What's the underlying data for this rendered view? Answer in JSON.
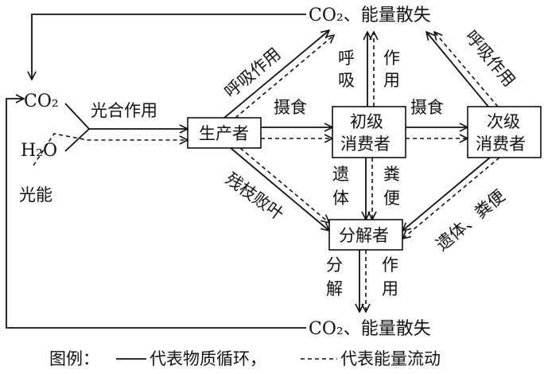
{
  "top_sink": {
    "label": "CO₂、能量散失"
  },
  "bottom_sink": {
    "label": "CO₂、能量散失"
  },
  "inputs": {
    "co2": "CO₂",
    "h2o": "H₂O",
    "light": "光能"
  },
  "processes": {
    "photosynthesis": "光合作用",
    "respiration_producer": "呼吸作用",
    "respiration_primary": [
      "呼",
      "吸",
      "作",
      "用"
    ],
    "respiration_secondary": "呼吸作用",
    "feeding_1": "摄食",
    "feeding_2": "摄食",
    "remains_1": [
      "遗",
      "体"
    ],
    "feces_1": [
      "粪",
      "便"
    ],
    "remains_2": "遗体、粪便",
    "litter": "残枝败叶",
    "decomposition": [
      "分",
      "解",
      "作",
      "用"
    ]
  },
  "nodes": {
    "producer": "生产者",
    "primary": [
      "初级",
      "消费者"
    ],
    "secondary": [
      "次级",
      "消费者"
    ],
    "decomposer": "分解者"
  },
  "legend": {
    "prefix": "图例：",
    "solid_label": "代表物质循环，",
    "dashed_label": "代表能量流动"
  }
}
